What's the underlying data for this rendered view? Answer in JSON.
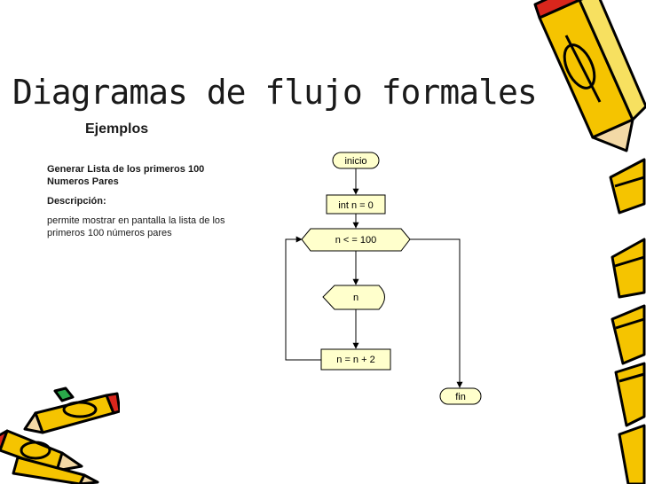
{
  "slide": {
    "title": "Diagramas de flujo formales",
    "subtitle": "Ejemplos"
  },
  "description": {
    "heading": "Generar Lista de los primeros 100 Numeros Pares",
    "label": "Descripción:",
    "text": "permite mostrar en pantalla la lista de los primeros 100 números pares"
  },
  "flowchart": {
    "start": "inicio",
    "init": "int n = 0",
    "condition": "n < = 100",
    "output": "n",
    "increment": "n = n + 2",
    "end": "fin"
  },
  "colors": {
    "box_fill": "#ffffcc",
    "pencil_yellow": "#f5c400",
    "pencil_red": "#d9261c"
  },
  "icons": [
    "pencil-cluster-icon",
    "pencil-cluster-icon"
  ]
}
